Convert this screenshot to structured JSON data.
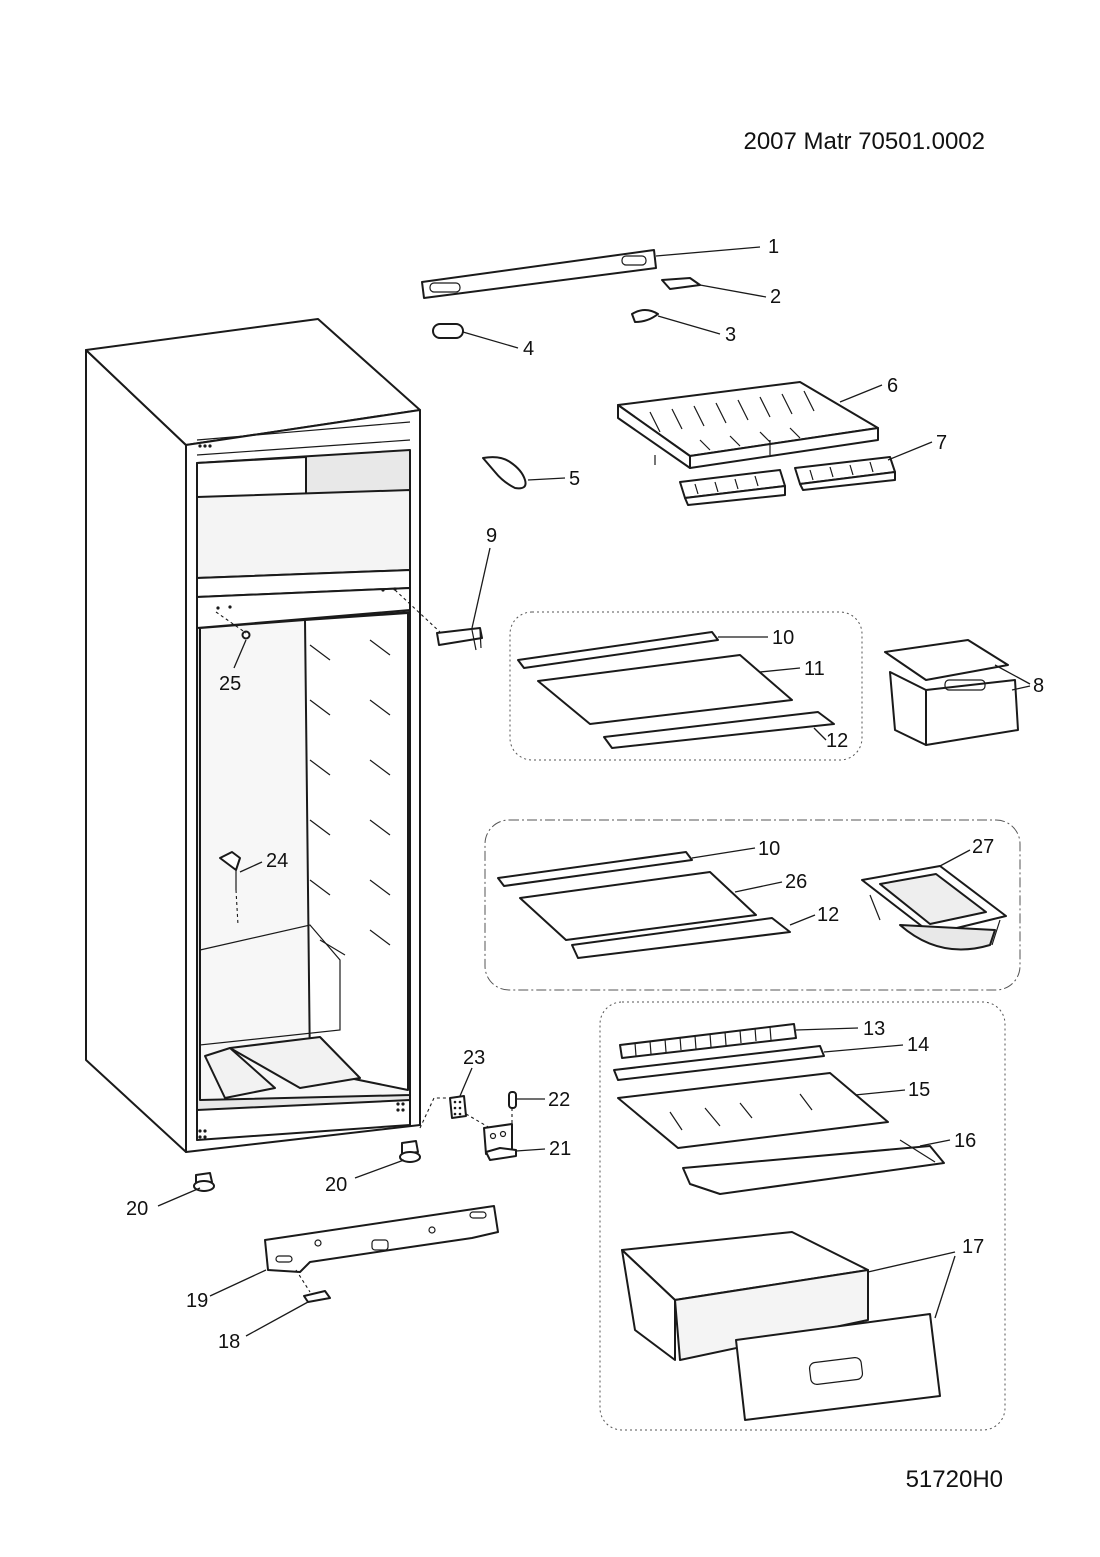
{
  "header": {
    "reference": "2007  Matr 70501.0002"
  },
  "footer": {
    "drawing_code": "51720H0"
  },
  "labels": {
    "p1": "1",
    "p2": "2",
    "p3": "3",
    "p4": "4",
    "p5": "5",
    "p6": "6",
    "p7": "7",
    "p8": "8",
    "p9": "9",
    "p10a": "10",
    "p10b": "10",
    "p11": "11",
    "p12a": "12",
    "p12b": "12",
    "p13": "13",
    "p14": "14",
    "p15": "15",
    "p16": "16",
    "p17": "17",
    "p18": "18",
    "p19": "19",
    "p20a": "20",
    "p20b": "20",
    "p21": "21",
    "p22": "22",
    "p23": "23",
    "p24": "24",
    "p25": "25",
    "p26": "26",
    "p27": "27"
  }
}
